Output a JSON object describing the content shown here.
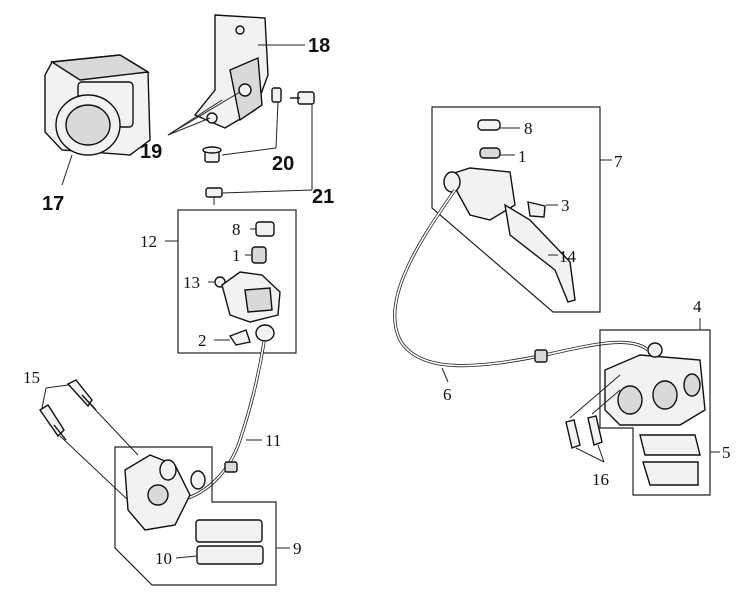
{
  "callouts": {
    "c17": "17",
    "c18": "18",
    "c19": "19",
    "c20": "20",
    "c21": "21",
    "c12": "12",
    "c8a": "8",
    "c1a": "1",
    "c13": "13",
    "c2": "2",
    "c11": "11",
    "c15": "15",
    "c9": "9",
    "c10": "10",
    "c7": "7",
    "c8b": "8",
    "c1b": "1",
    "c3": "3",
    "c14": "14",
    "c6": "6",
    "c4": "4",
    "c5": "5",
    "c16": "16"
  }
}
